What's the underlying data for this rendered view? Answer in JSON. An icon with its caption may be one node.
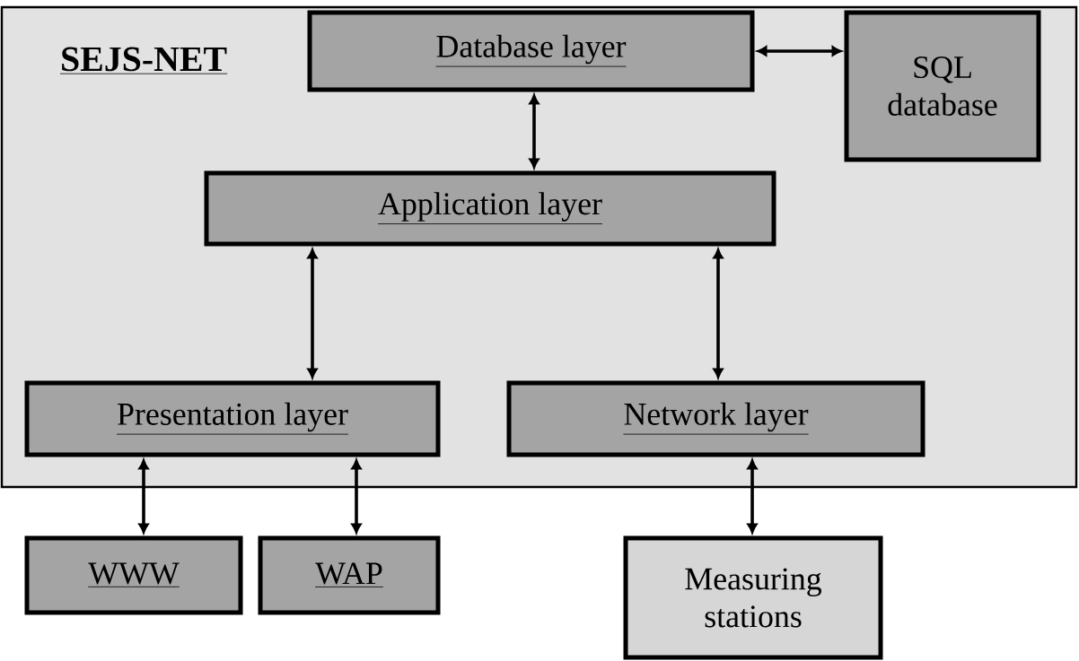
{
  "diagram": {
    "nodes": [
      {
        "text": [
          "SEJS-NET"
        ]
      },
      {
        "text": [
          "Database layer"
        ],
        "in": 0
      },
      {
        "text": [
          "SQL database"
        ],
        "in": 0
      },
      {
        "text": [
          "Application layer"
        ],
        "in": 0
      },
      {
        "text": [
          "Presentation layer"
        ],
        "in": 0
      },
      {
        "text": [
          "Network layer"
        ],
        "in": 0
      },
      {
        "text": [
          "WWW"
        ]
      },
      {
        "text": [
          "WAP"
        ]
      },
      {
        "text": [
          "Measuring stations"
        ]
      }
    ],
    "edges": [
      {
        "from": 1,
        "to": 2,
        "arrow": "both"
      },
      {
        "from": 1,
        "to": 3,
        "arrow": "both"
      },
      {
        "from": 3,
        "to": 4,
        "arrow": "both"
      },
      {
        "from": 3,
        "to": 5,
        "arrow": "both"
      },
      {
        "from": 4,
        "to": 6,
        "arrow": "both"
      },
      {
        "from": 4,
        "to": 7,
        "arrow": "both"
      },
      {
        "from": 5,
        "to": 8,
        "arrow": "both"
      }
    ]
  }
}
